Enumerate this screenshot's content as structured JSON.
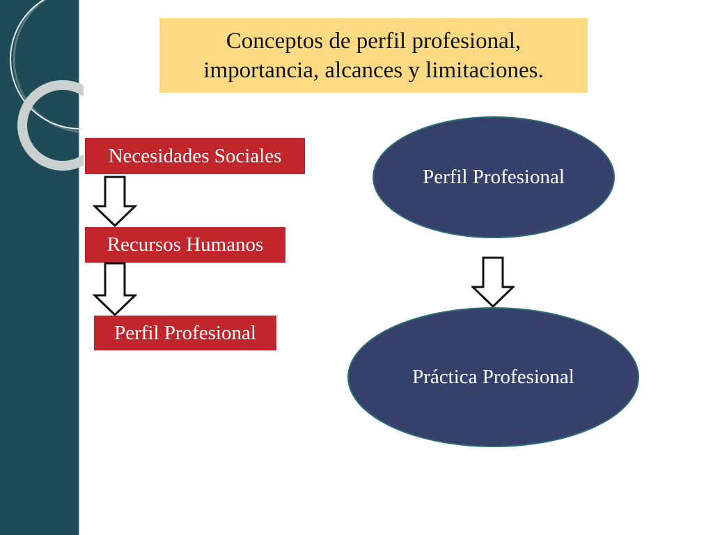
{
  "slide": {
    "title_line1": "Conceptos de perfil profesional,",
    "title_line2": "importancia, alcances y limitaciones."
  },
  "left_flow": {
    "items": [
      {
        "label": "Necesidades Sociales"
      },
      {
        "label": "Recursos Humanos"
      },
      {
        "label": "Perfil Profesional"
      }
    ]
  },
  "right_flow": {
    "items": [
      {
        "label": "Perfil Profesional"
      },
      {
        "label": "Práctica Profesional"
      }
    ]
  },
  "colors": {
    "side_band": "#1f4b56",
    "title_fill": "#fedb83",
    "box_fill": "#c0262b",
    "ellipse_fill": "#35416a"
  }
}
